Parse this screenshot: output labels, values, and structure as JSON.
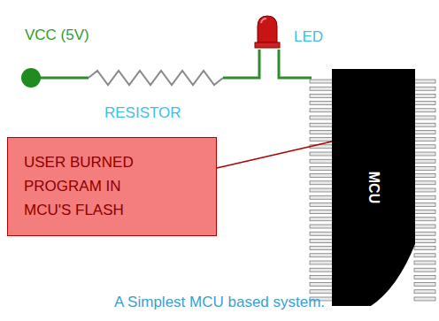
{
  "diagram": {
    "caption": "A Simplest MCU based system.",
    "nodes": [
      {
        "text": [
          "USER BURNED PROGRAM IN MCU'S FLASH"
        ]
      },
      {
        "text": [
          "MCU"
        ]
      }
    ],
    "edges": [
      {
        "from": 0,
        "to": 1,
        "arrow": "none"
      }
    ],
    "labels": [
      "VCC (5V)",
      "RESISTOR",
      "LED"
    ]
  }
}
